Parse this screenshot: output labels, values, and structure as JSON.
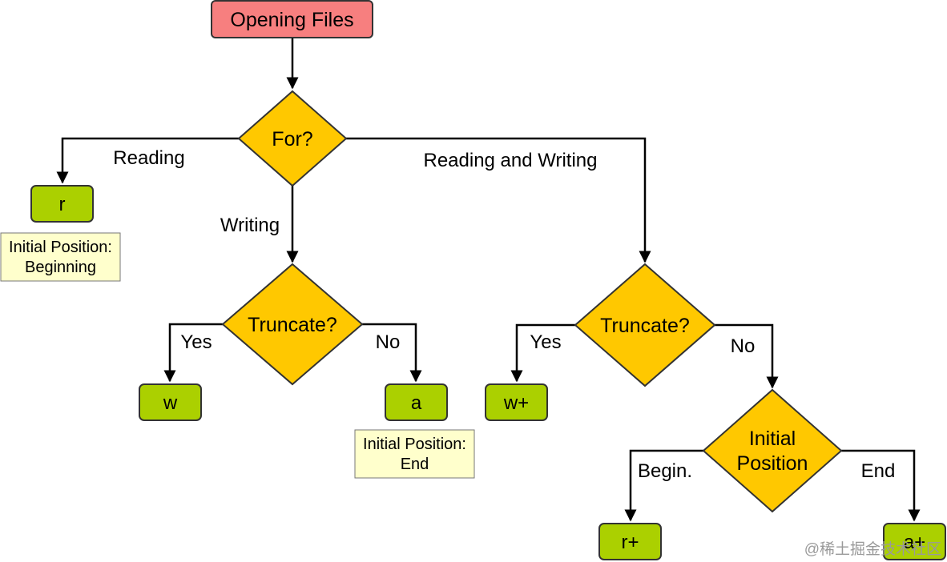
{
  "colors": {
    "start_fill": "#f77f7f",
    "decision_fill": "#ffc800",
    "result_fill": "#abd000",
    "note_fill": "#ffffcc",
    "edge": "#000000"
  },
  "nodes": {
    "start": "Opening Files",
    "for": "For?",
    "truncate_left": "Truncate?",
    "truncate_right": "Truncate?",
    "initial_position_line1": "Initial",
    "initial_position_line2": "Position",
    "r": "r",
    "w": "w",
    "a": "a",
    "w_plus": "w+",
    "r_plus": "r+",
    "a_plus": "a+"
  },
  "edge_labels": {
    "reading": "Reading",
    "reading_and_writing": "Reading and Writing",
    "writing": "Writing",
    "yes_left": "Yes",
    "no_left": "No",
    "yes_right": "Yes",
    "no_right": "No",
    "begin": "Begin.",
    "end": "End"
  },
  "notes": {
    "r_note_line1": "Initial Position:",
    "r_note_line2": "Beginning",
    "a_note_line1": "Initial Position:",
    "a_note_line2": "End"
  },
  "watermark": "@稀土掘金技术社区"
}
